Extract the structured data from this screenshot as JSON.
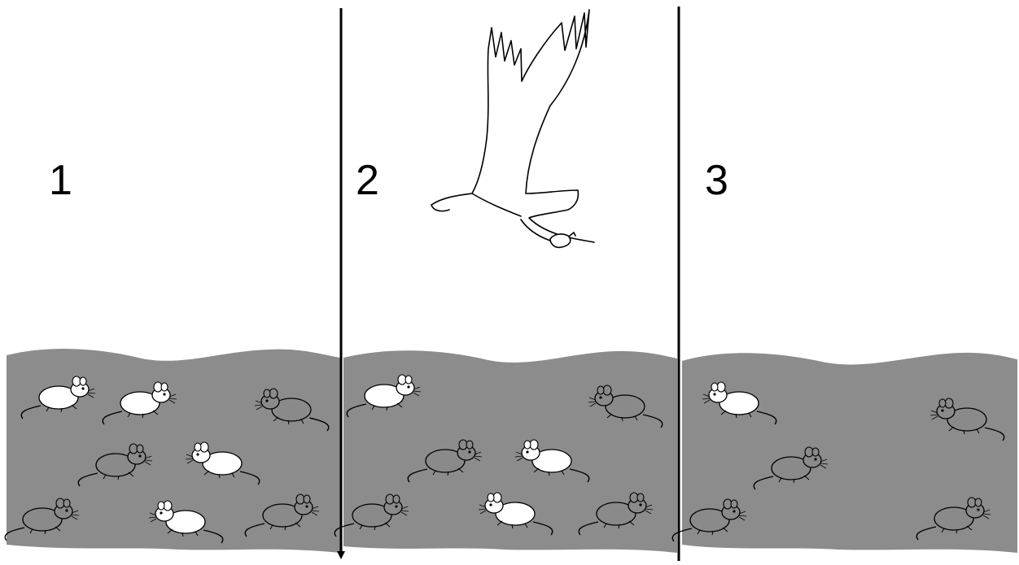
{
  "panels": [
    {
      "number": "1",
      "mice": [
        {
          "color": "white",
          "facing": "right"
        },
        {
          "color": "white",
          "facing": "right"
        },
        {
          "color": "gray",
          "facing": "left"
        },
        {
          "color": "gray",
          "facing": "right"
        },
        {
          "color": "white",
          "facing": "left"
        },
        {
          "color": "gray",
          "facing": "right"
        },
        {
          "color": "white",
          "facing": "left"
        },
        {
          "color": "gray",
          "facing": "right"
        }
      ]
    },
    {
      "number": "2",
      "mice": [
        {
          "color": "white",
          "facing": "right"
        },
        {
          "color": "gray",
          "facing": "left"
        },
        {
          "color": "gray",
          "facing": "right"
        },
        {
          "color": "white",
          "facing": "left"
        },
        {
          "color": "gray",
          "facing": "right"
        },
        {
          "color": "white",
          "facing": "left"
        },
        {
          "color": "gray",
          "facing": "right"
        }
      ]
    },
    {
      "number": "3",
      "mice": [
        {
          "color": "white",
          "facing": "left"
        },
        {
          "color": "gray",
          "facing": "left"
        },
        {
          "color": "gray",
          "facing": "right"
        },
        {
          "color": "gray",
          "facing": "right"
        },
        {
          "color": "gray",
          "facing": "right"
        }
      ]
    }
  ],
  "colors": {
    "ground": "#8c8c8c",
    "gray_mouse": "#8a8a8a",
    "white_mouse": "#ffffff",
    "outline": "#000000"
  },
  "icons": [
    "hawk-carrying-mouse-icon",
    "mouse-icon"
  ]
}
